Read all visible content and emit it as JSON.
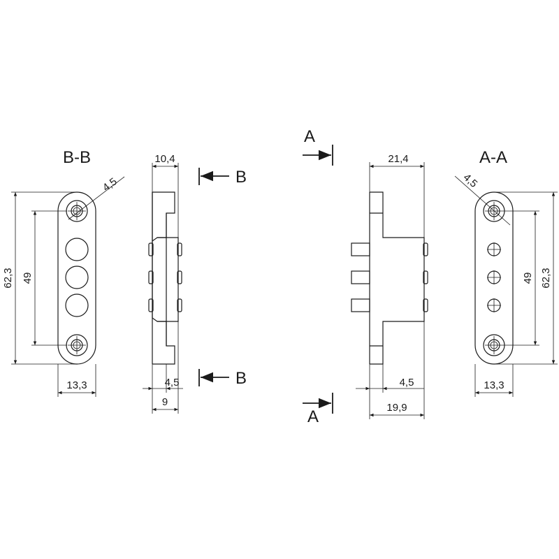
{
  "views": {
    "bb_title": "B-B",
    "aa_title": "A-A"
  },
  "section_markers": {
    "b_top": "B",
    "b_bottom": "B",
    "a_top": "A",
    "a_bottom": "A"
  },
  "dimensions": {
    "bb_hole_dia": "4,5",
    "bb_total_height": "62,3",
    "bb_hole_spacing": "49",
    "bb_width": "13,3",
    "side_b_top_width": "10,4",
    "side_b_plate_thickness": "4,5",
    "side_b_depth": "9",
    "side_a_top_width": "21,4",
    "side_a_plate_thickness": "4,5",
    "side_a_depth": "19,9",
    "aa_hole_dia": "4,5",
    "aa_hole_spacing": "49",
    "aa_total_height": "62,3",
    "aa_width": "13,3"
  }
}
